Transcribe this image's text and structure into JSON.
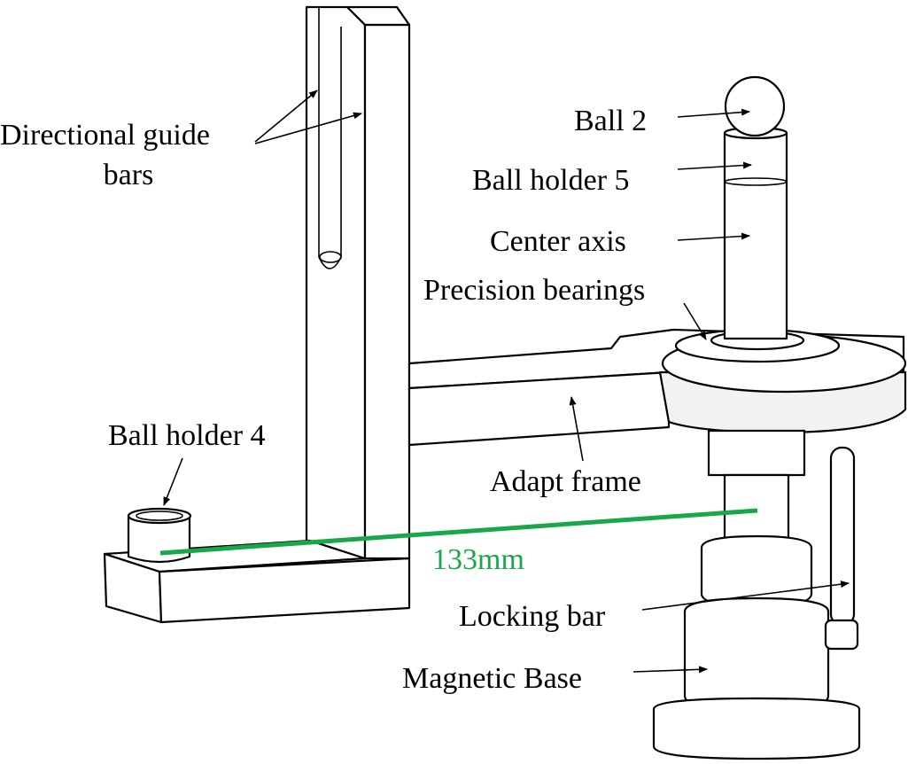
{
  "labels": {
    "directional_guide_bars_line1": "Directional guide",
    "directional_guide_bars_line2": "bars",
    "ball_2": "Ball 2",
    "ball_holder_5": "Ball holder 5",
    "center_axis": "Center axis",
    "precision_bearings": "Precision bearings",
    "ball_holder_4": "Ball holder 4",
    "adapt_frame": "Adapt frame",
    "locking_bar": "Locking bar",
    "magnetic_base": "Magnetic Base"
  },
  "dimension": {
    "text": "133mm",
    "color": "#1aa64b"
  }
}
